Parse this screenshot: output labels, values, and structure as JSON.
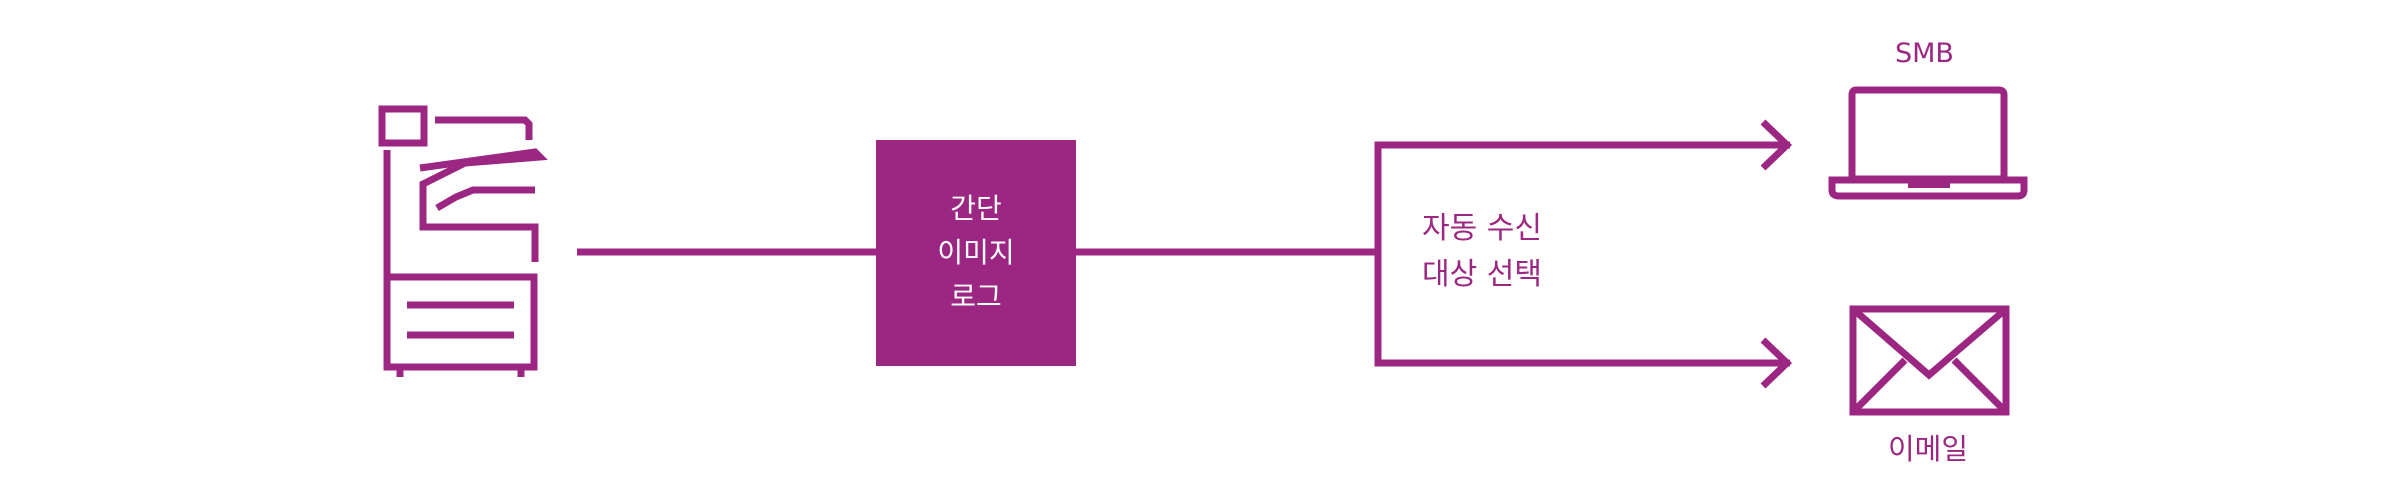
{
  "colors": {
    "accent": "#9c2782",
    "box_text": "#ffffff",
    "background": "#ffffff"
  },
  "icons": {
    "source": "multifunction-printer-icon",
    "smb_target": "laptop-icon",
    "email_target": "envelope-icon"
  },
  "process_box": {
    "lines": [
      "간단",
      "이미지",
      "로그"
    ]
  },
  "routing": {
    "lines": [
      "자동 수신",
      "대상 선택"
    ]
  },
  "destinations": {
    "smb_label": "SMB",
    "email_label": "이메일"
  }
}
